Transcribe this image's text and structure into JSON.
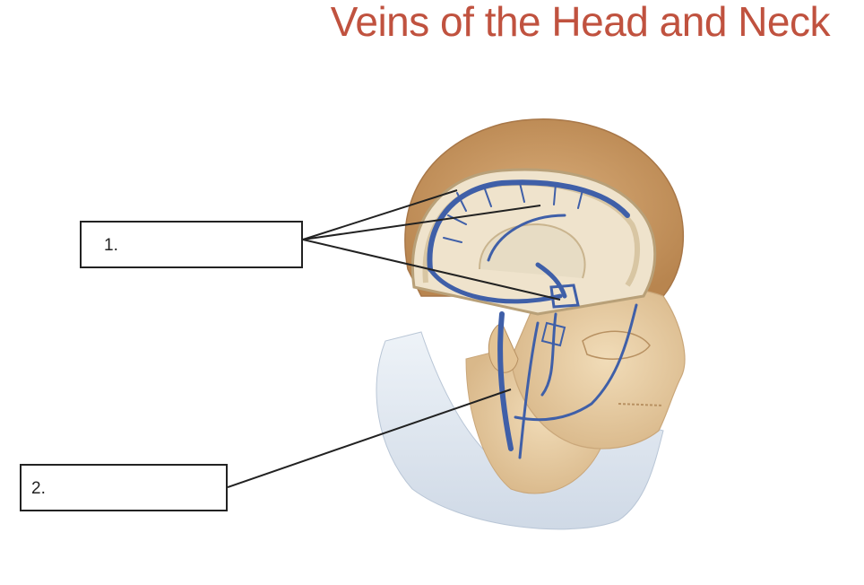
{
  "title": "Veins of the Head and Neck",
  "labels": [
    {
      "number": "1.",
      "answer": ""
    },
    {
      "number": "2.",
      "answer": ""
    }
  ],
  "colors": {
    "title": "#c0523f",
    "vein": "#3f5fa8",
    "skin": "#e8cfa6",
    "hair": "#c89a67",
    "leader_line": "#222222"
  }
}
